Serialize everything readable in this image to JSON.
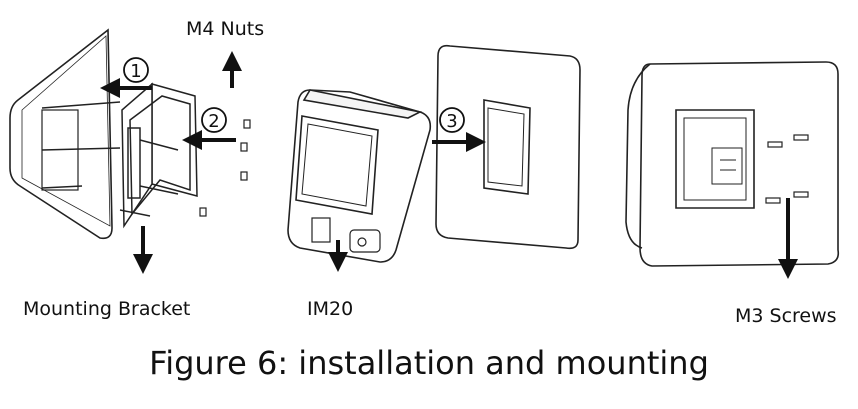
{
  "labels": {
    "m4_nuts": "M4 Nuts",
    "mounting_bracket": "Mounting Bracket",
    "im20": "IM20",
    "m3_screws": "M3 Screws"
  },
  "steps": [
    "1",
    "2",
    "3"
  ],
  "caption": "Figure 6: installation and mounting"
}
